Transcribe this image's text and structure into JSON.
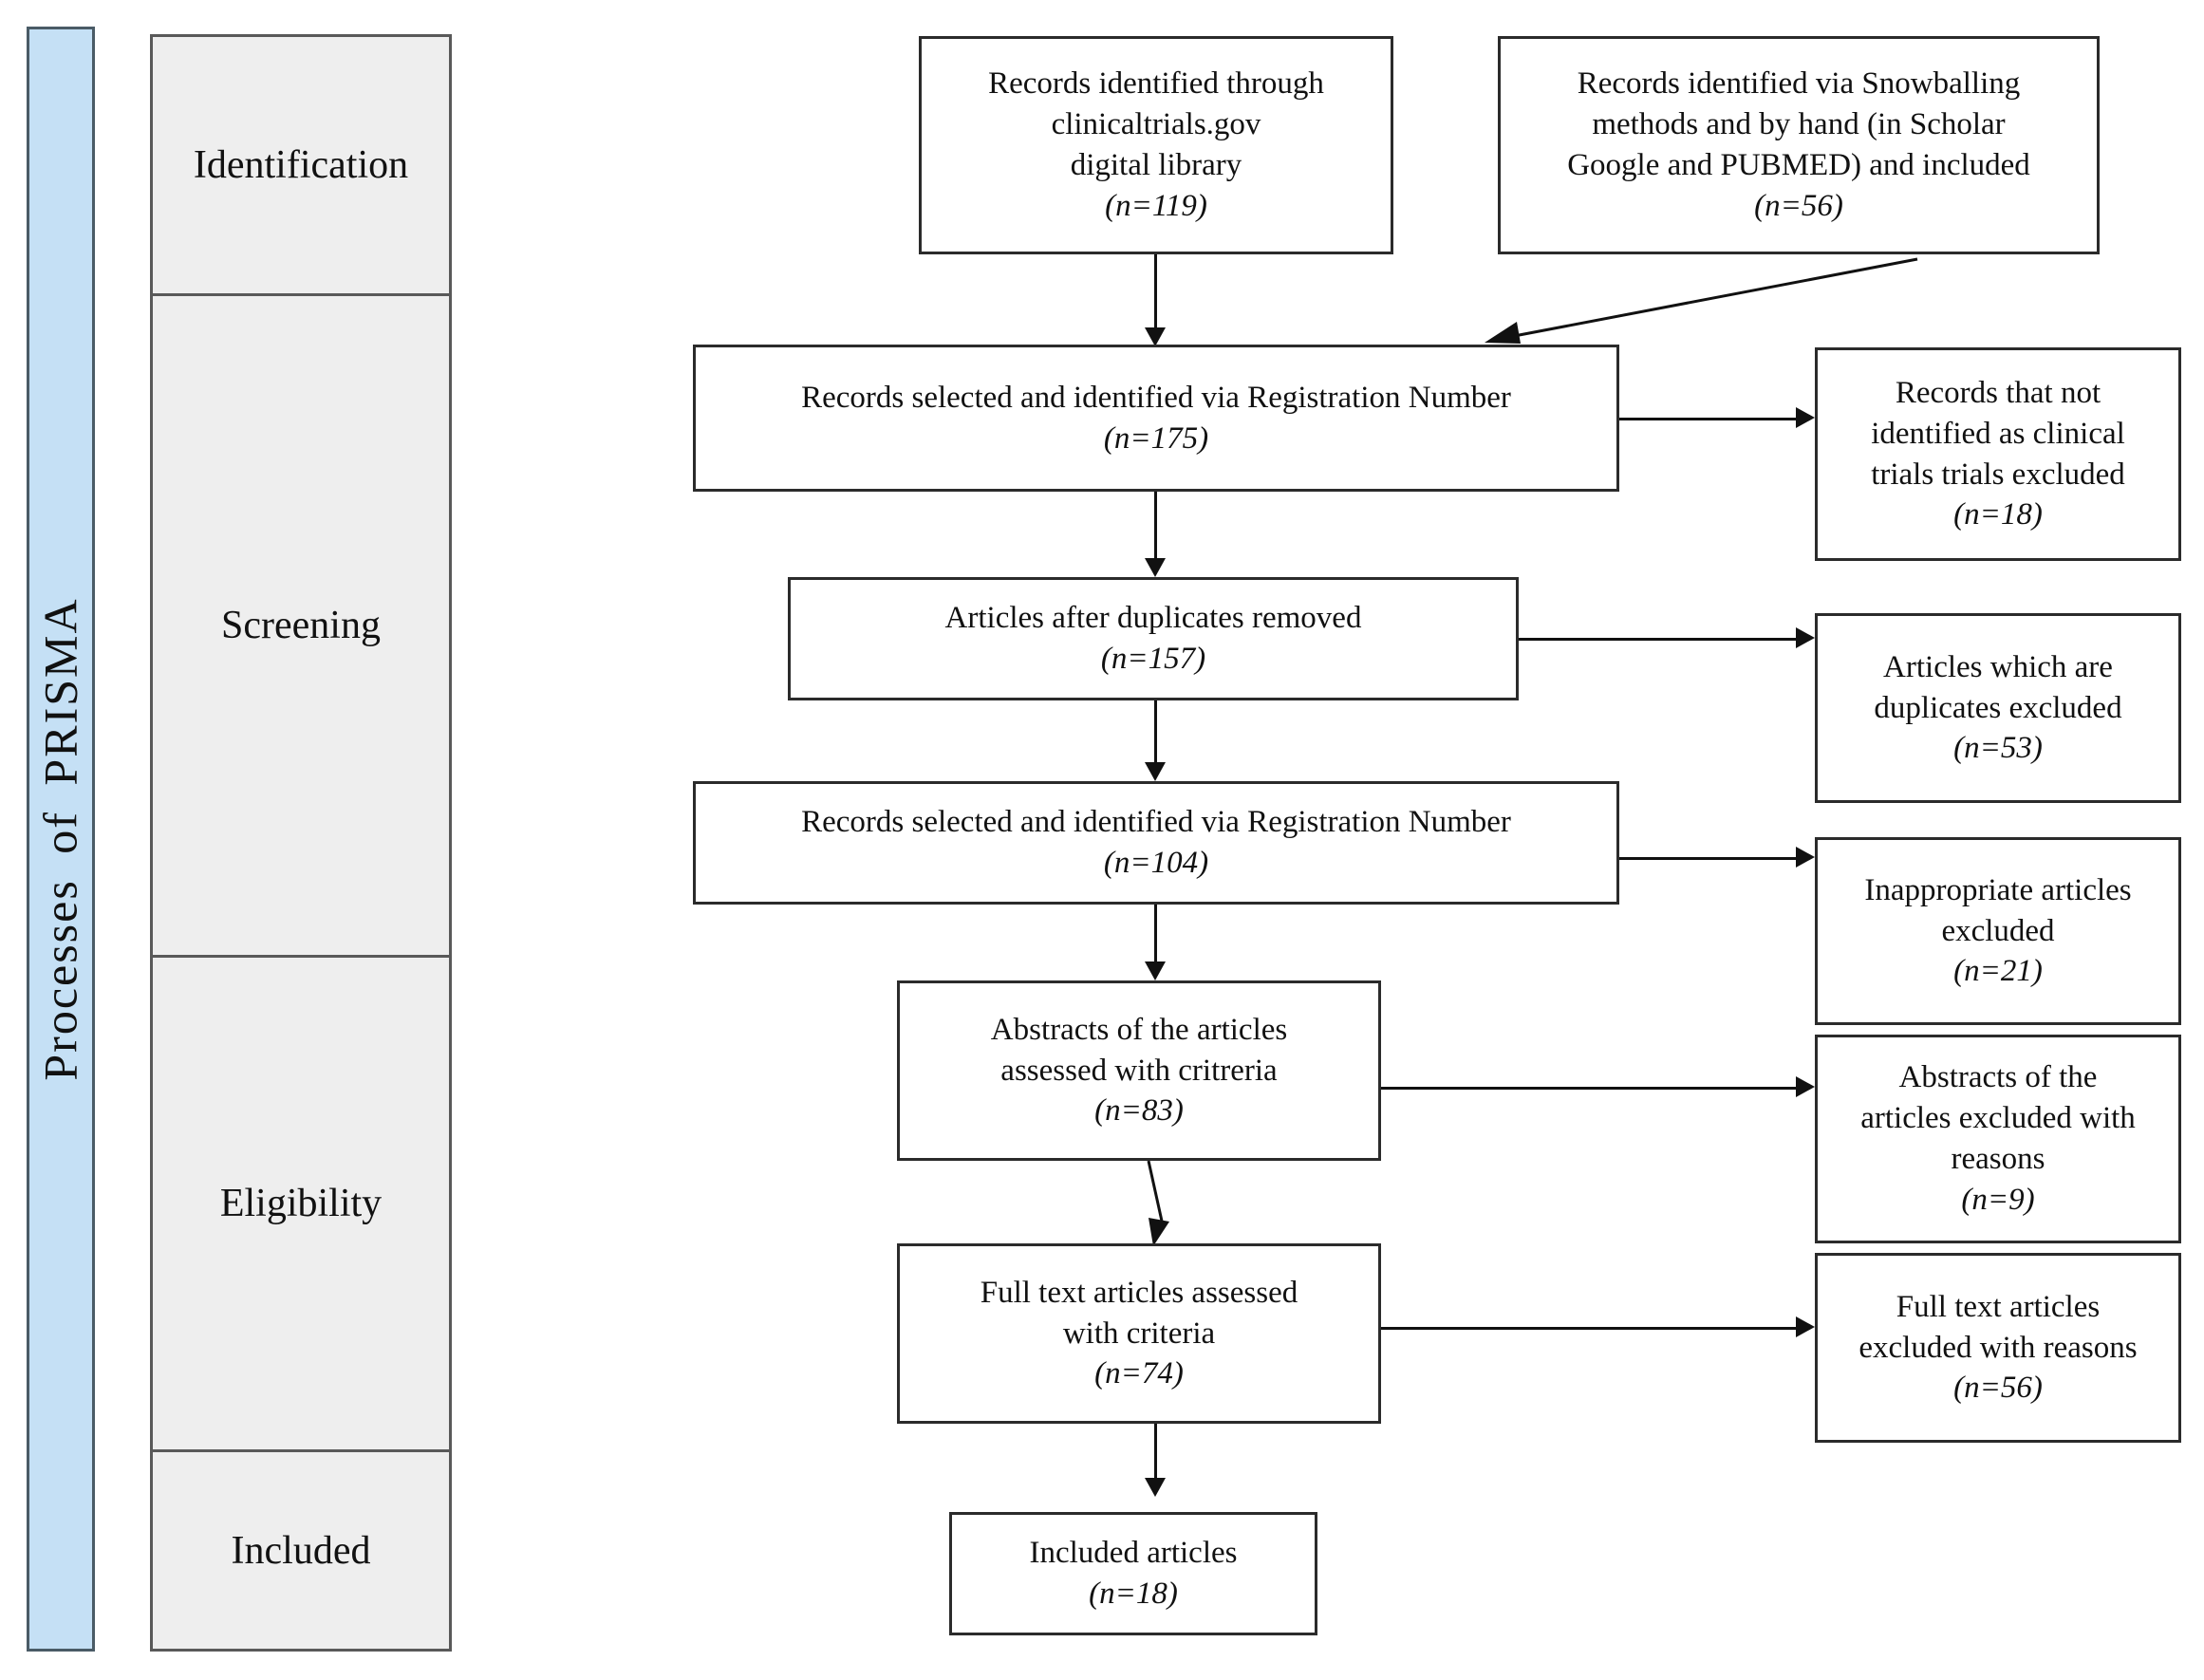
{
  "banner": {
    "label": "Processes of  PRISMA",
    "fill_color": "#c5e0f5",
    "border_color": "#4a5b66"
  },
  "stages": [
    {
      "label": "Identification"
    },
    {
      "label": "Screening"
    },
    {
      "label": "Eligibility"
    },
    {
      "label": "Included"
    }
  ],
  "boxes": {
    "identified_clinicaltrials": {
      "line1": "Records identified  through",
      "line2": "clinicaltrials.gov",
      "line3": "digital library",
      "count": "(n=119)"
    },
    "identified_snowballing": {
      "line1": "Records identified via Snowballing",
      "line2": "methods and by hand (in Scholar",
      "line3": "Google and PUBMED)  and included",
      "count": "(n=56)"
    },
    "records_selected_175": {
      "line1": "Records selected and identified via Registration Number",
      "count": "(n=175)"
    },
    "not_clinical_trials_excluded": {
      "line1": "Records that  not",
      "line2": "identified as clinical",
      "line3": "trials trials excluded",
      "count": "(n=18)"
    },
    "after_duplicates_removed": {
      "line1": "Articles after duplicates removed",
      "count": "(n=157)"
    },
    "duplicates_excluded": {
      "line1": "Articles  which are",
      "line2": "duplicates excluded",
      "count": "(n=53)"
    },
    "records_selected_104": {
      "line1": "Records selected and identified via Registration Number",
      "count": "(n=104)"
    },
    "inappropriate_excluded": {
      "line1": "Inappropriate articles",
      "line2": "excluded",
      "count": "(n=21)"
    },
    "abstracts_assessed": {
      "line1": "Abstracts of the articles",
      "line2": "assessed with critreria",
      "count": "(n=83)"
    },
    "abstracts_excluded": {
      "line1": "Abstracts of the",
      "line2": "articles excluded with",
      "line3": "reasons",
      "count": "(n=9)"
    },
    "fulltext_assessed": {
      "line1": "Full text articles assessed",
      "line2": "with criteria",
      "count": "(n=74)"
    },
    "fulltext_excluded": {
      "line1": "Full text articles",
      "line2": "excluded with reasons",
      "count": "(n=56)"
    },
    "included_articles": {
      "line1": "Included articles",
      "count": "(n=18)"
    }
  },
  "chart_data": {
    "type": "diagram",
    "title": "PRISMA flow diagram",
    "stages": [
      "Identification",
      "Screening",
      "Eligibility",
      "Included"
    ],
    "nodes": [
      {
        "id": "identified_clinicaltrials",
        "stage": "Identification",
        "label": "Records identified through clinicaltrials.gov digital library",
        "n": 119
      },
      {
        "id": "identified_snowballing",
        "stage": "Identification",
        "label": "Records identified via Snowballing methods and by hand (in Scholar Google and PUBMED) and included",
        "n": 56
      },
      {
        "id": "records_selected_175",
        "stage": "Screening",
        "label": "Records selected and identified via Registration Number",
        "n": 175
      },
      {
        "id": "not_clinical_trials_excluded",
        "stage": "Screening",
        "label": "Records that not identified as clinical trials trials excluded",
        "n": 18
      },
      {
        "id": "after_duplicates_removed",
        "stage": "Screening",
        "label": "Articles after duplicates removed",
        "n": 157
      },
      {
        "id": "duplicates_excluded",
        "stage": "Screening",
        "label": "Articles which are duplicates excluded",
        "n": 53
      },
      {
        "id": "records_selected_104",
        "stage": "Screening",
        "label": "Records selected and identified via Registration Number",
        "n": 104
      },
      {
        "id": "inappropriate_excluded",
        "stage": "Screening",
        "label": "Inappropriate articles excluded",
        "n": 21
      },
      {
        "id": "abstracts_assessed",
        "stage": "Eligibility",
        "label": "Abstracts of the articles assessed with critreria",
        "n": 83
      },
      {
        "id": "abstracts_excluded",
        "stage": "Eligibility",
        "label": "Abstracts of the articles excluded with reasons",
        "n": 9
      },
      {
        "id": "fulltext_assessed",
        "stage": "Eligibility",
        "label": "Full text articles assessed with criteria",
        "n": 74
      },
      {
        "id": "fulltext_excluded",
        "stage": "Eligibility",
        "label": "Full text articles excluded with reasons",
        "n": 56
      },
      {
        "id": "included_articles",
        "stage": "Included",
        "label": "Included articles",
        "n": 18
      }
    ],
    "edges": [
      {
        "from": "identified_clinicaltrials",
        "to": "records_selected_175"
      },
      {
        "from": "identified_snowballing",
        "to": "records_selected_175"
      },
      {
        "from": "records_selected_175",
        "to": "not_clinical_trials_excluded"
      },
      {
        "from": "records_selected_175",
        "to": "after_duplicates_removed"
      },
      {
        "from": "after_duplicates_removed",
        "to": "duplicates_excluded"
      },
      {
        "from": "after_duplicates_removed",
        "to": "records_selected_104"
      },
      {
        "from": "records_selected_104",
        "to": "inappropriate_excluded"
      },
      {
        "from": "records_selected_104",
        "to": "abstracts_assessed"
      },
      {
        "from": "abstracts_assessed",
        "to": "abstracts_excluded"
      },
      {
        "from": "abstracts_assessed",
        "to": "fulltext_assessed"
      },
      {
        "from": "fulltext_assessed",
        "to": "fulltext_excluded"
      },
      {
        "from": "fulltext_assessed",
        "to": "included_articles"
      }
    ]
  }
}
